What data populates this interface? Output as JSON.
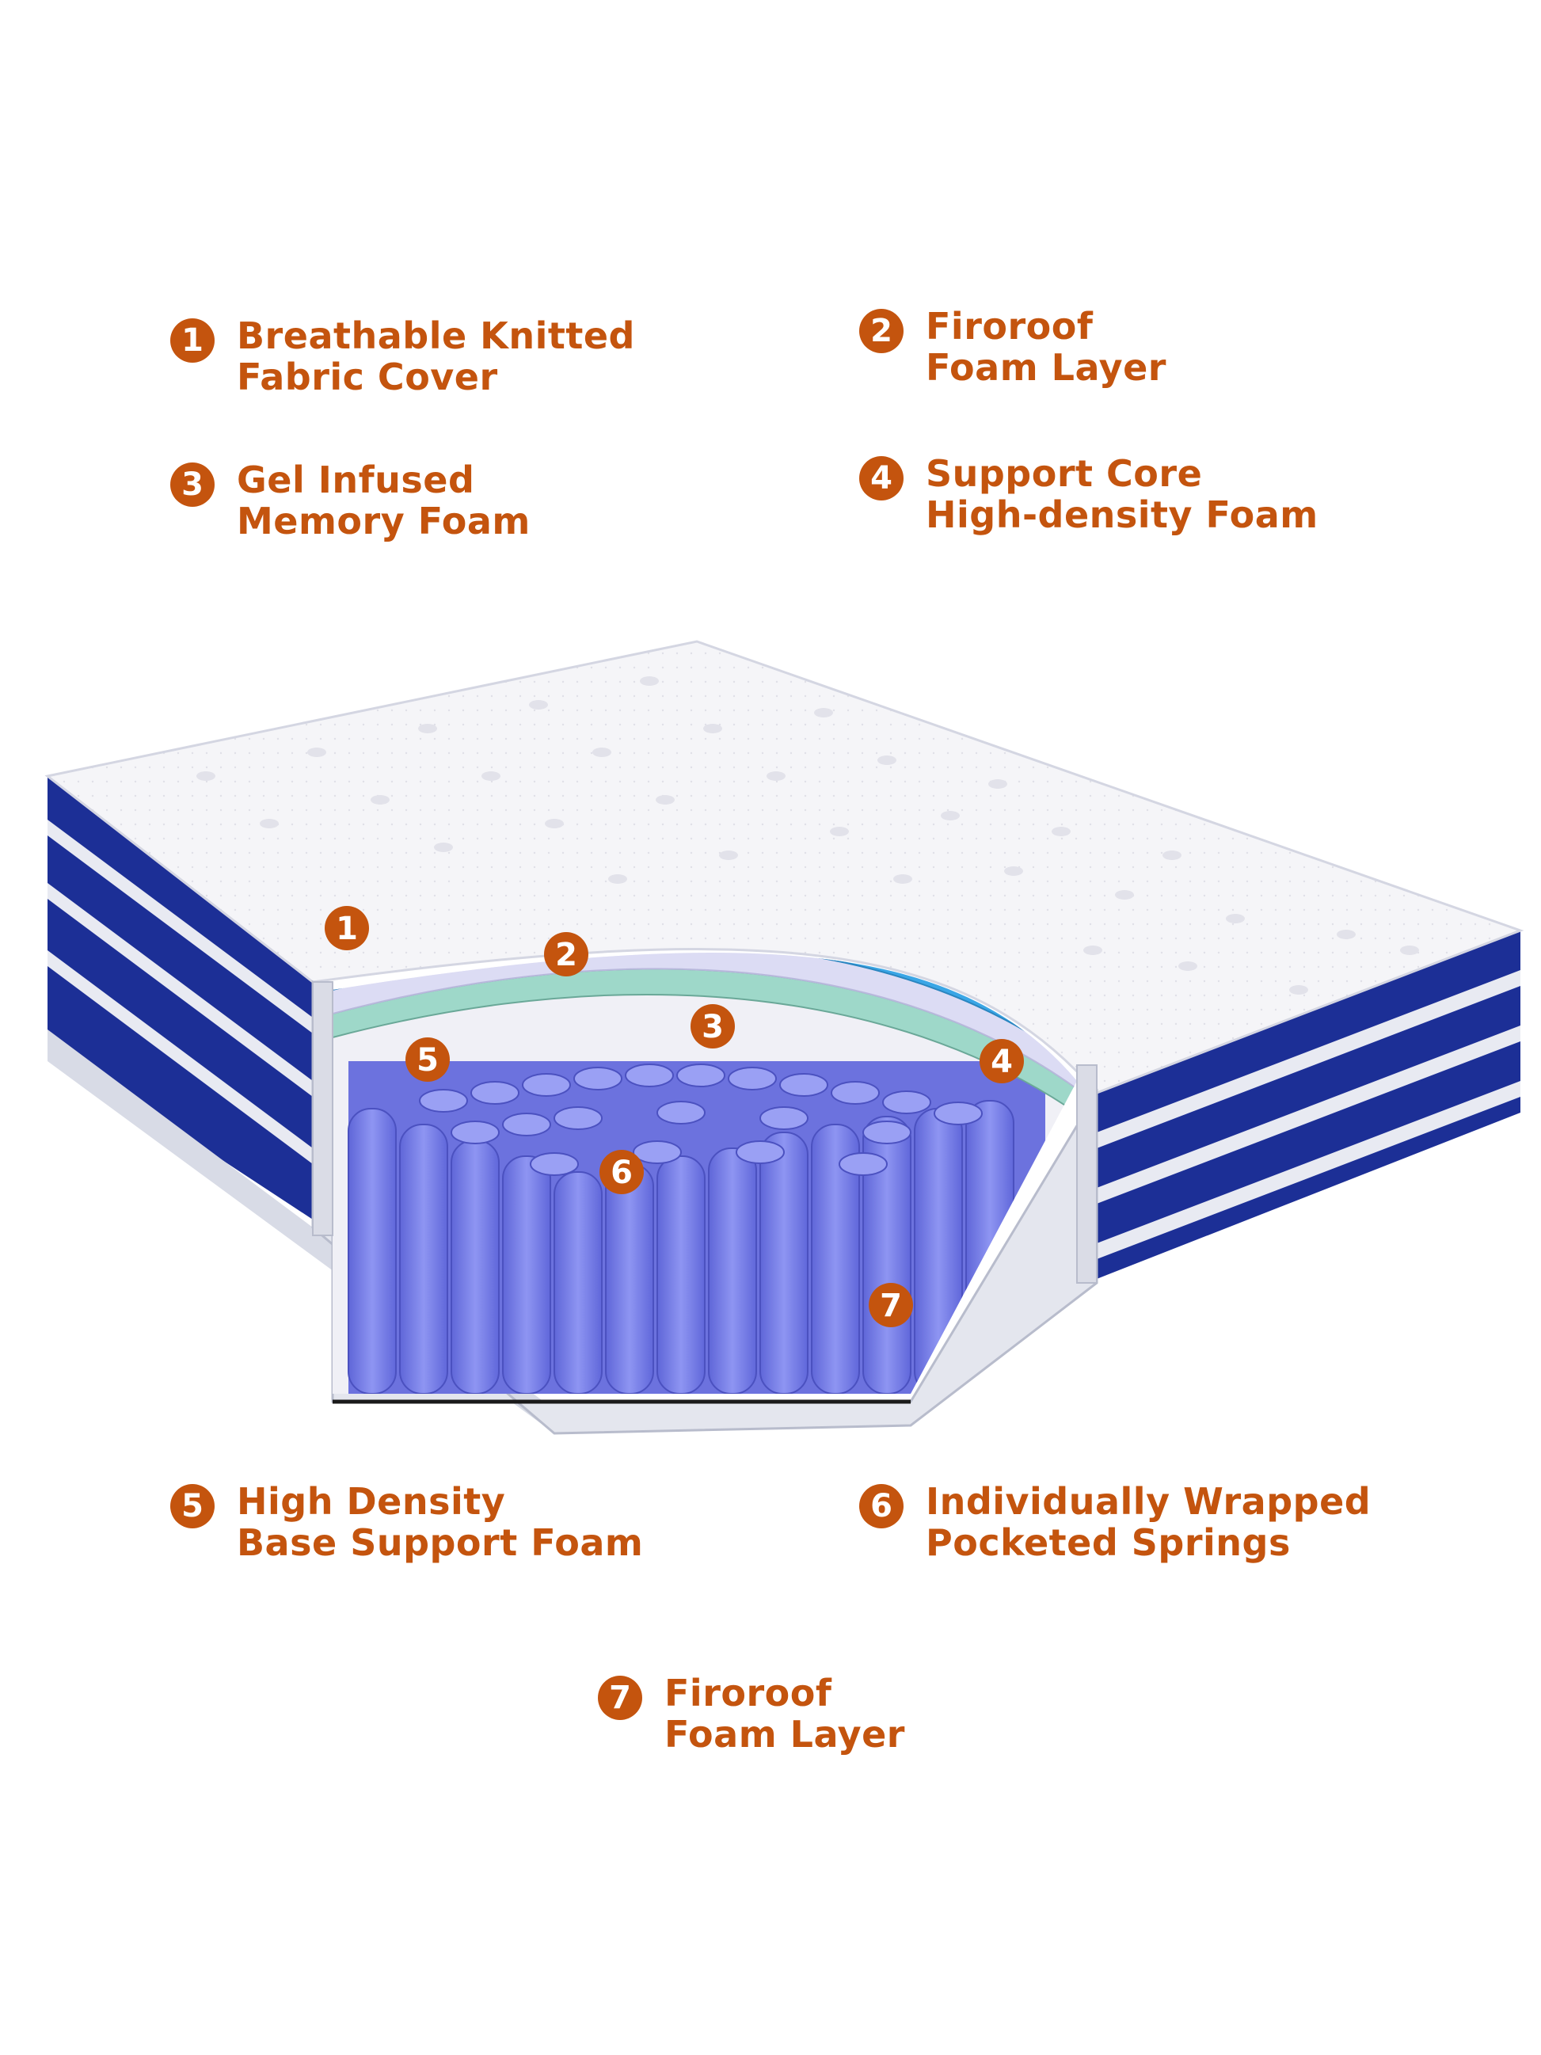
{
  "legend": [
    {
      "number": "1",
      "line1": "Breathable Knitted",
      "line2": "Fabric Cover"
    },
    {
      "number": "2",
      "line1": "Firoroof",
      "line2": "Foam Layer"
    },
    {
      "number": "3",
      "line1": "Gel Infused",
      "line2": "Memory Foam"
    },
    {
      "number": "4",
      "line1": "Support Core",
      "line2": "High-density Foam"
    },
    {
      "number": "5",
      "line1": "High Density",
      "line2": "Base Support Foam"
    },
    {
      "number": "6",
      "line1": "Individually Wrapped",
      "line2": "Pocketed Springs"
    },
    {
      "number": "7",
      "line1": "Firoroof",
      "line2": "Foam Layer"
    }
  ],
  "markers": [
    "1",
    "2",
    "3",
    "4",
    "5",
    "6",
    "7"
  ],
  "colors": {
    "accent": "#c4540e",
    "cover_white": "#f4f4f6",
    "side_blue": "#1c2f96",
    "foam_teal": "#6fb8a3",
    "foam_blue": "#3aa6e6",
    "memory_foam": "#dcdcf4",
    "base_foam": "#9ed8c9",
    "springs": "#7f85ee"
  }
}
